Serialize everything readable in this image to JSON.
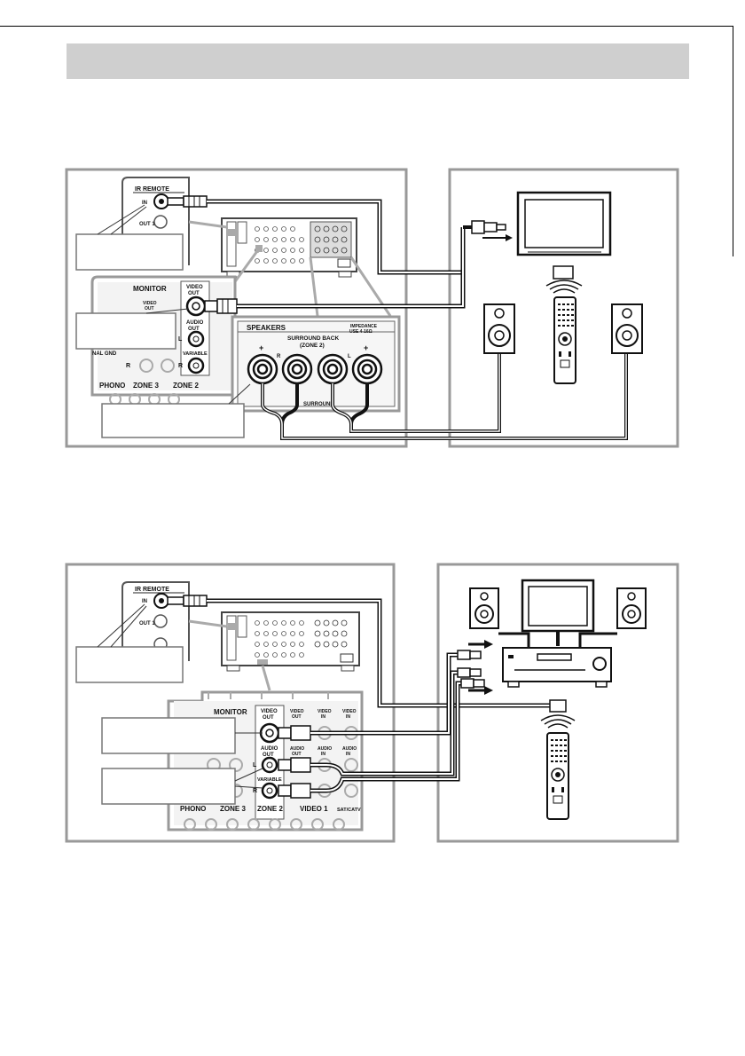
{
  "labels": {
    "ir_remote": "IR REMOTE",
    "in": "IN",
    "out1": "OUT 1",
    "monitor": "MONITOR",
    "video_out": [
      "VIDEO",
      "OUT"
    ],
    "video_out_faint": [
      "VIDEO",
      "OUT"
    ],
    "video_in": [
      "VIDEO",
      "IN"
    ],
    "audio_out": [
      "AUDIO",
      "OUT"
    ],
    "audio_out_faint": [
      "AUDIO",
      "OUT"
    ],
    "audio_in": [
      "AUDIO",
      "IN"
    ],
    "variable": "VARIABLE",
    "zone2": "ZONE 2",
    "zone3": "ZONE 3",
    "phono": "PHONO",
    "signal_gnd": "NAL GND",
    "speakers": "SPEAKERS",
    "impedance": [
      "IMPEDANCE",
      "USE 4-16Ω"
    ],
    "surround_back": [
      "SURROUND BACK",
      "(ZONE 2)"
    ],
    "surround": "SURROUND",
    "video1": "VIDEO 1",
    "sat_catv": "SAT/CATV",
    "plus": "+",
    "minus": "–",
    "l": "L",
    "r": "R"
  }
}
